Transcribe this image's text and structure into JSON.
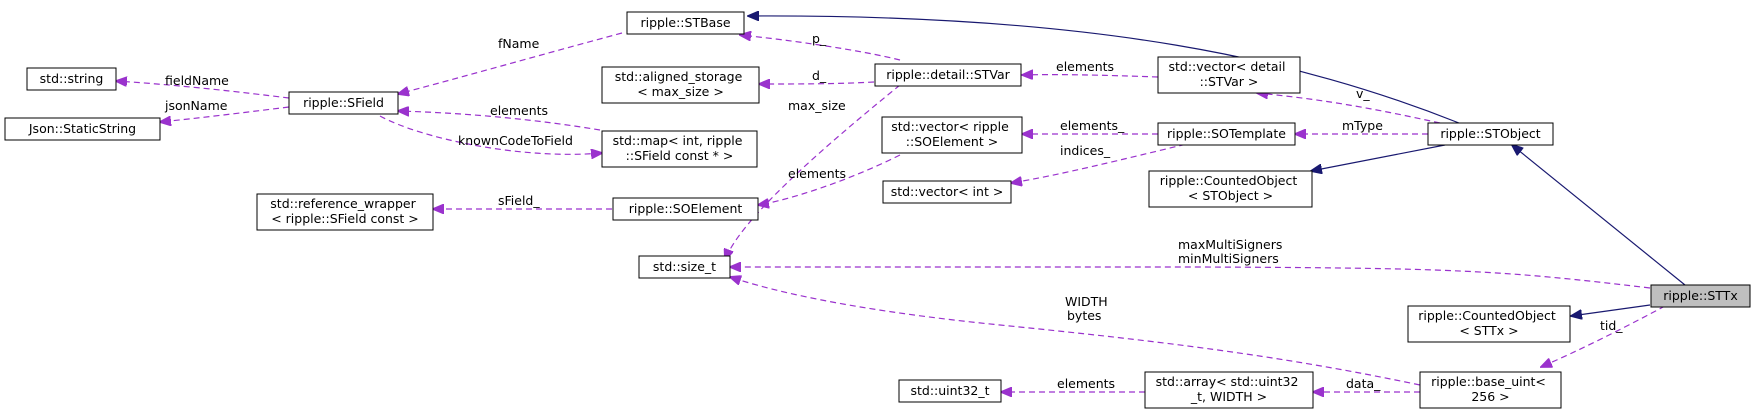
{
  "nodes": {
    "ststring": {
      "lines": [
        "std::string"
      ]
    },
    "jsonstatic": {
      "lines": [
        "Json::StaticString"
      ]
    },
    "sfield": {
      "lines": [
        "ripple::SField"
      ]
    },
    "refwrap": {
      "lines": [
        "std::reference_wrapper",
        "< ripple::SField const >"
      ]
    },
    "stbase": {
      "lines": [
        "ripple::STBase"
      ]
    },
    "aligned": {
      "lines": [
        "std::aligned_storage",
        "< max_size >"
      ]
    },
    "stmap": {
      "lines": [
        "std::map< int, ripple",
        "::SField const * >"
      ]
    },
    "soelement": {
      "lines": [
        "ripple::SOElement"
      ]
    },
    "sizet": {
      "lines": [
        "std::size_t"
      ]
    },
    "stvar": {
      "lines": [
        "ripple::detail::STVar"
      ]
    },
    "vecsoel": {
      "lines": [
        "std::vector< ripple",
        "::SOElement >"
      ]
    },
    "vecint": {
      "lines": [
        "std::vector< int >"
      ]
    },
    "vecstvar": {
      "lines": [
        "std::vector< detail",
        "::STVar >"
      ]
    },
    "sotemplate": {
      "lines": [
        "ripple::SOTemplate"
      ]
    },
    "countedsto": {
      "lines": [
        "ripple::CountedObject",
        "< STObject >"
      ]
    },
    "stobject": {
      "lines": [
        "ripple::STObject"
      ]
    },
    "sttx": {
      "lines": [
        "ripple::STTx"
      ]
    },
    "countedsttx": {
      "lines": [
        "ripple::CountedObject",
        "< STTx >"
      ]
    },
    "baseuint": {
      "lines": [
        "ripple::base_uint<",
        "256 >"
      ]
    },
    "stdarray": {
      "lines": [
        "std::array< std::uint32",
        "_t, WIDTH >"
      ]
    },
    "uint32": {
      "lines": [
        "std::uint32_t"
      ]
    }
  },
  "edge_labels": {
    "fname": [
      "fName"
    ],
    "fieldname": [
      "fieldName"
    ],
    "jsonname": [
      "jsonName"
    ],
    "elements_map": [
      "elements"
    ],
    "knowncode": [
      "knownCodeToField"
    ],
    "sfield_ref": [
      "sField_"
    ],
    "p": [
      "p_"
    ],
    "d": [
      "d_"
    ],
    "maxsize": [
      "max_size"
    ],
    "elements_soel": [
      "elements"
    ],
    "elements_stvar": [
      "elements"
    ],
    "elements_vecsoel": [
      "elements_"
    ],
    "indices": [
      "indices_"
    ],
    "v": [
      "v_"
    ],
    "mtype": [
      "mType"
    ],
    "multisigners": [
      "maxMultiSigners",
      "minMultiSigners"
    ],
    "widthbytes": [
      "WIDTH",
      "bytes"
    ],
    "tid": [
      "tid_"
    ],
    "data": [
      "data_"
    ],
    "elements_arr": [
      "elements"
    ]
  }
}
